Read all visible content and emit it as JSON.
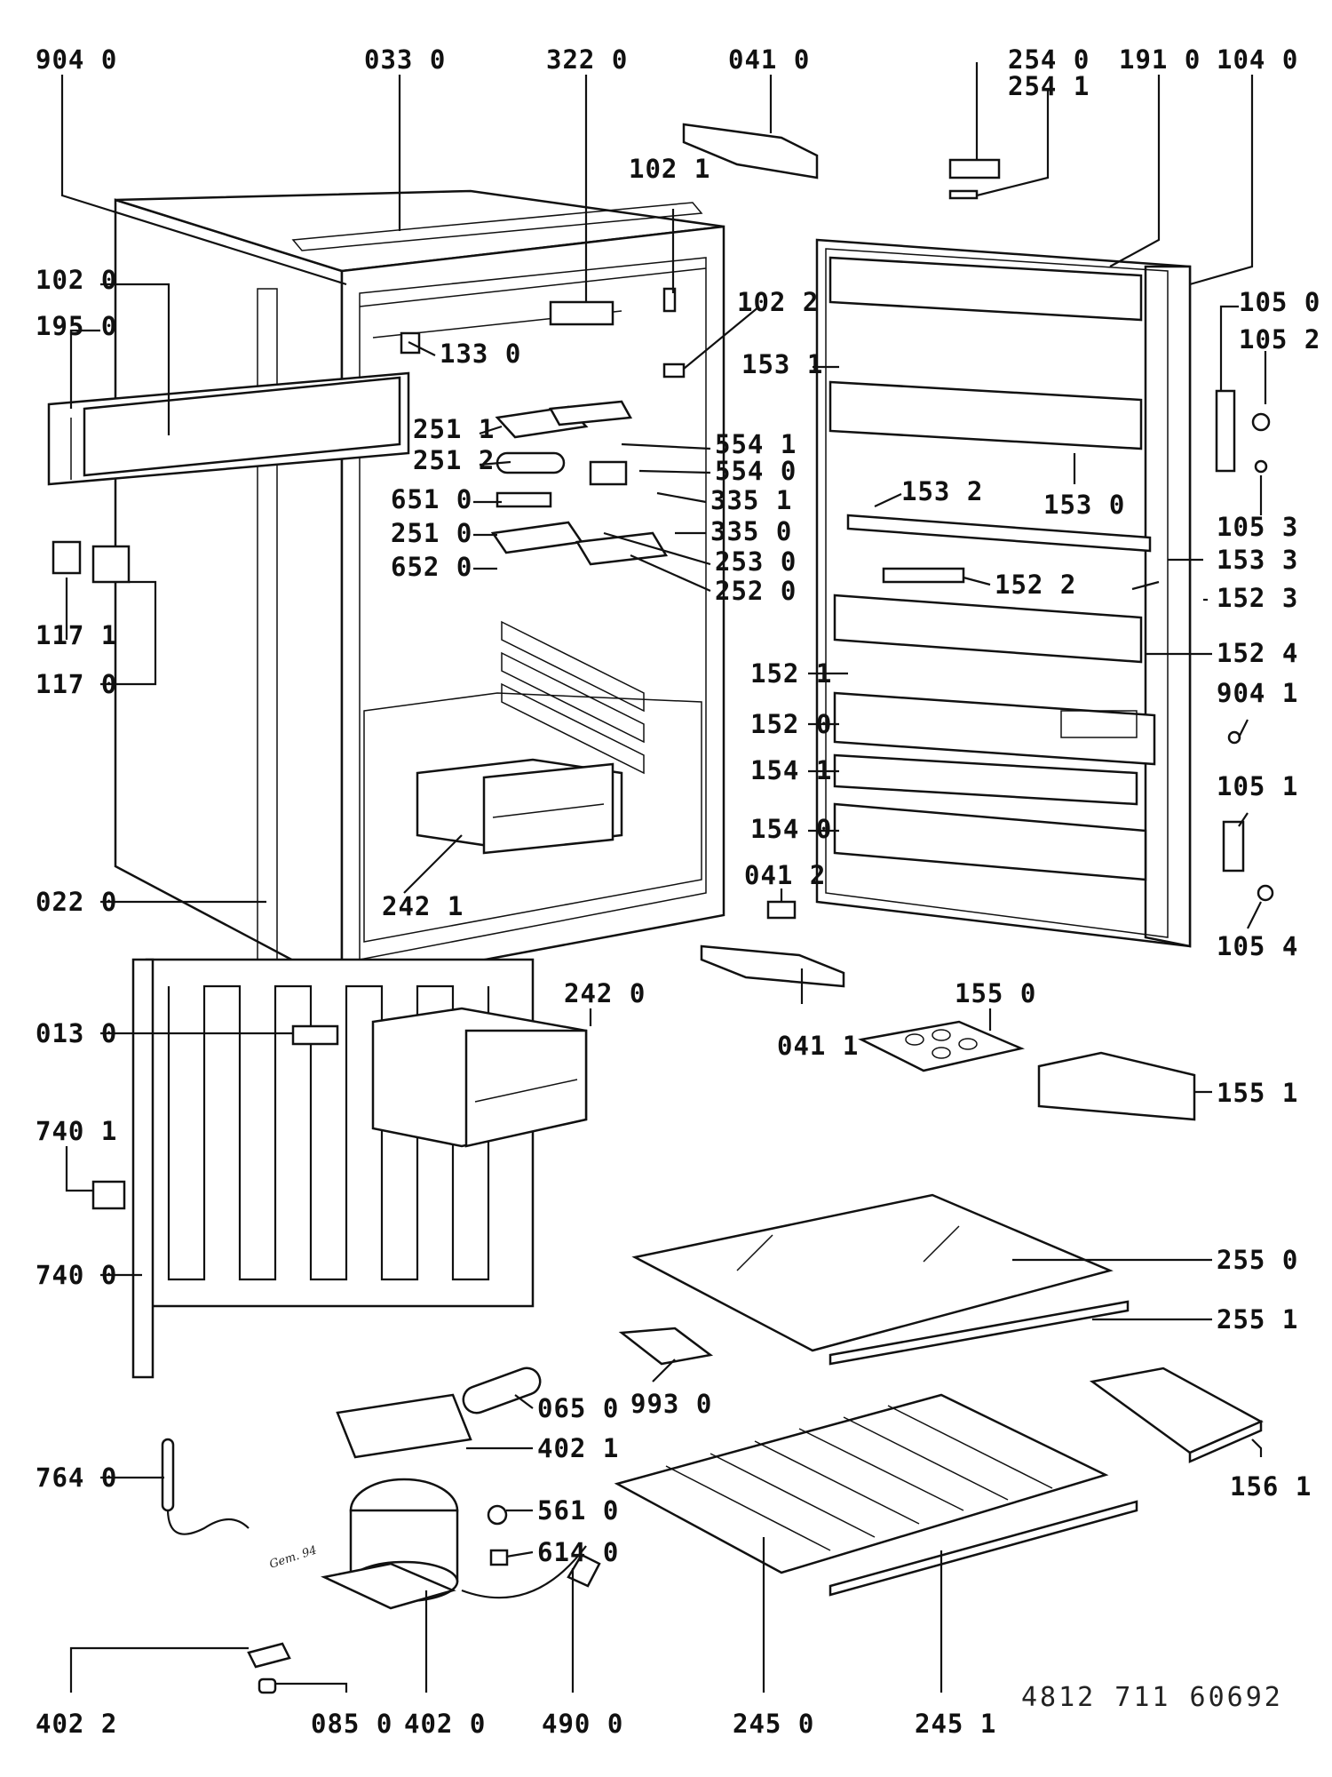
{
  "labels": [
    "904 0",
    "033 0",
    "322 0",
    "041 0",
    "254 0",
    "254 1",
    "191 0",
    "104 0",
    "102 1",
    "102 0",
    "195 0",
    "133 0",
    "102 2",
    "105 0",
    "105 2",
    "153 1",
    "251 1",
    "554 1",
    "251 2",
    "554 0",
    "651 0",
    "335 1",
    "153 2",
    "153 0",
    "251 0",
    "335 0",
    "105 3",
    "652 0",
    "253 0",
    "153 3",
    "152 2",
    "252 0",
    "152 3",
    "117 1",
    "152 4",
    "117 0",
    "152 1",
    "904 1",
    "152 0",
    "154 1",
    "105 1",
    "154 0",
    "041 2",
    "242 1",
    "022 0",
    "105 4",
    "155 0",
    "242 0",
    "013 0",
    "041 1",
    "155 1",
    "740 1",
    "255 0",
    "740 0",
    "255 1",
    "993 0",
    "065 0",
    "402 1",
    "764 0",
    "156 1",
    "561 0",
    "614 0",
    "402 2",
    "085 0",
    "402 0",
    "490 0",
    "245 0",
    "245 1"
  ],
  "drawing_code": "4812 711 60692",
  "handwritten_note": "Gem. 94",
  "icons": [
    "refrigerator-cabinet",
    "refrigerator-door",
    "glass-shelf",
    "wire-shelf",
    "compressor",
    "condenser-coil",
    "ice-tray",
    "egg-tray",
    "mains-plug"
  ]
}
